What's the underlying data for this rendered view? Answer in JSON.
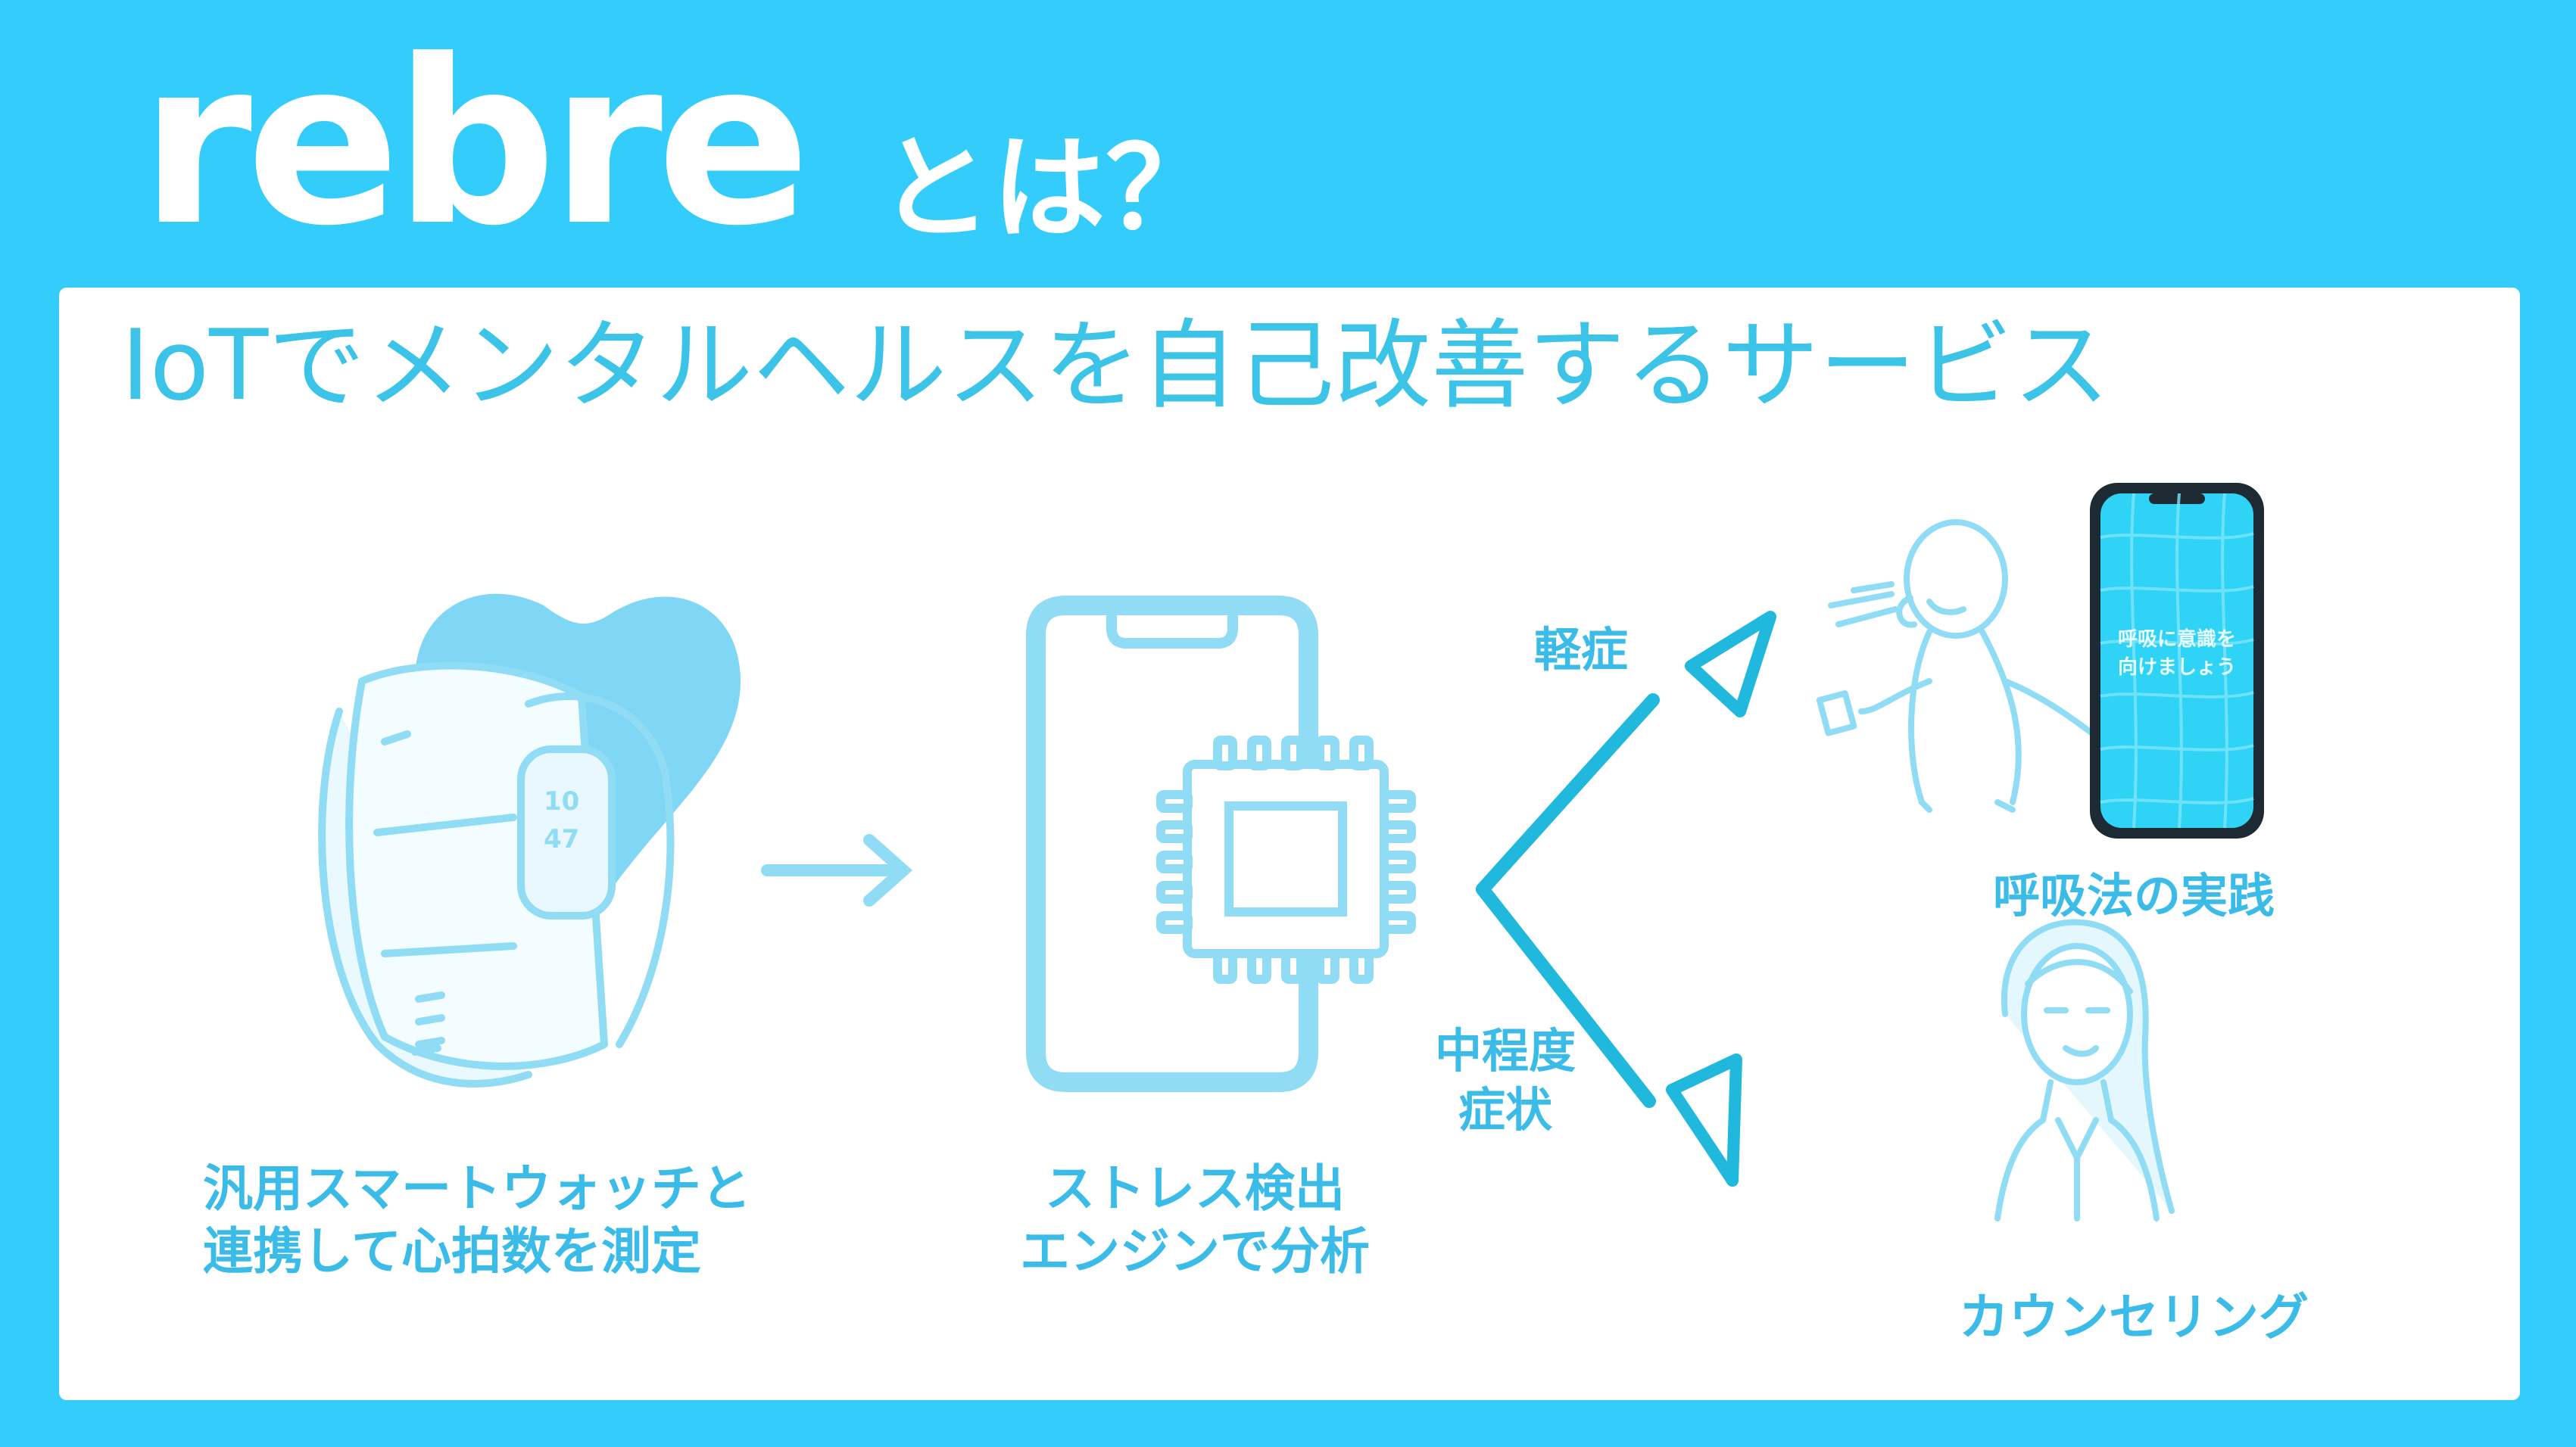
{
  "header": {
    "logo": "rebre",
    "suffix": "とは？"
  },
  "panel": {
    "subtitle": "IoTでメンタルヘルスを自己改善するサービス"
  },
  "steps": {
    "watch_line1": "汎用スマートウォッチと",
    "watch_line2": "連携して心拍数を測定",
    "engine_line1": "ストレス検出",
    "engine_line2": "エンジンで分析",
    "mild": "軽症",
    "moderate_line1": "中程度",
    "moderate_line2": "症状",
    "breathing": "呼吸法の実践",
    "counseling": "カウンセリング"
  },
  "watch_face": {
    "hour": "10",
    "minute": "47"
  },
  "phone_screen": {
    "line1": "呼吸に意識を",
    "line2": "向けましょう"
  },
  "colors": {
    "background": "#33CCFB",
    "accent": "#3BBCE8",
    "arrow": "#21B8DD"
  }
}
